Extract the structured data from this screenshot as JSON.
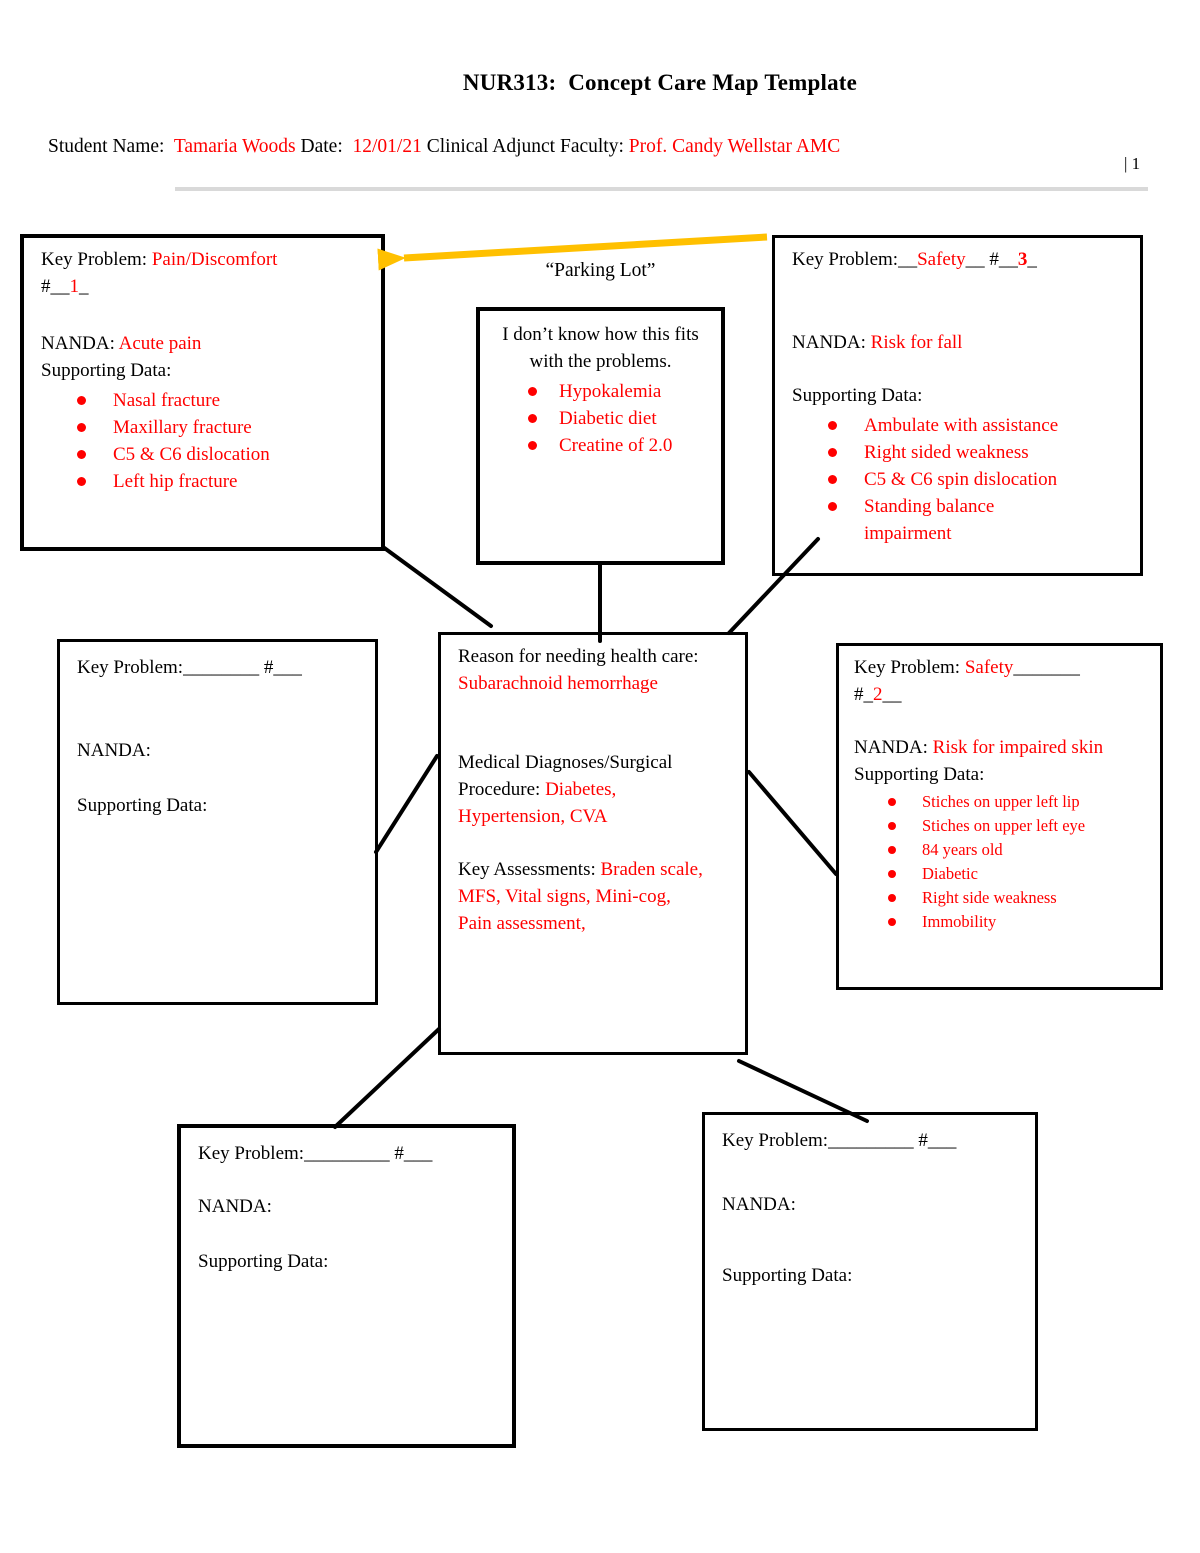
{
  "header": {
    "title": "NUR313:  Concept Care Map Template",
    "student_name_label": "Student Name:  ",
    "student_name": "Tamaria Woods",
    "date_label": " Date:  ",
    "date": "12/01/21",
    "faculty_label": " Clinical Adjunct Faculty: ",
    "faculty": "Prof. Candy Wellstar AMC",
    "page_number": "| 1"
  },
  "parking_lot": {
    "label": "“Parking Lot”",
    "intro": "I don’t know how this fits with the problems.",
    "bullets": [
      "Hypokalemia",
      "Diabetic diet",
      "Creatine of 2.0"
    ]
  },
  "boxes": {
    "pain": {
      "key_problem_label": "Key Problem: ",
      "key_problem": "Pain/Discomfort",
      "number_prefix": "\n#__",
      "number": "1",
      "number_suffix": "_",
      "nanda_label": "NANDA: ",
      "nanda": "Acute pain",
      "supporting_label": "Supporting Data:",
      "bullets": [
        "Nasal fracture",
        "Maxillary fracture",
        "C5 & C6 dislocation",
        "Left hip fracture"
      ]
    },
    "safety3": {
      "key_problem_label": "Key Problem:__",
      "key_problem": "Safety",
      "number_prefix": "__ #__",
      "number": "3",
      "number_suffix": "_",
      "nanda_label": "NANDA: ",
      "nanda": "Risk for fall",
      "supporting_label": "Supporting Data:",
      "bullets": [
        "Ambulate with assistance",
        "Right sided weakness",
        "C5 & C6 spin dislocation",
        "Standing balance impairment"
      ]
    },
    "empty_left": {
      "key_problem_line": "Key Problem:________ #___",
      "nanda_label": "NANDA:",
      "supporting_label": "Supporting Data:"
    },
    "center": {
      "reason_label": "Reason for needing health care: ",
      "reason": "Subarachnoid hemorrhage",
      "diagnoses_label": "Medical Diagnoses/Surgical Procedure: ",
      "diagnoses": "Diabetes, Hypertension, CVA",
      "assessments_label": "Key Assessments: ",
      "assessments": "Braden scale, MFS, Vital signs, Mini-cog, Pain assessment,"
    },
    "safety2": {
      "key_problem_label": "Key Problem: ",
      "key_problem": "Safety",
      "underscores": "_______",
      "number_prefix": "\n#_",
      "number": "2",
      "number_suffix": "__",
      "nanda_label": "NANDA: ",
      "nanda": "Risk for impaired skin",
      "supporting_label": "Supporting Data:",
      "bullets": [
        "Stiches on upper left lip",
        "Stiches on upper left eye",
        "84 years old",
        "Diabetic",
        "Right side weakness",
        "Immobility"
      ]
    },
    "empty_bottom_left": {
      "key_problem_line": "Key Problem:_________ #___",
      "nanda_label": "NANDA:",
      "supporting_label": "Supporting Data:"
    },
    "empty_bottom_right": {
      "key_problem_line": "Key Problem:_________ #___",
      "nanda_label": "NANDA:",
      "supporting_label": "Supporting Data:"
    }
  },
  "colors": {
    "accent_red": "#FF0000",
    "arrow_orange": "#FFC000",
    "connector_black": "#000000"
  }
}
